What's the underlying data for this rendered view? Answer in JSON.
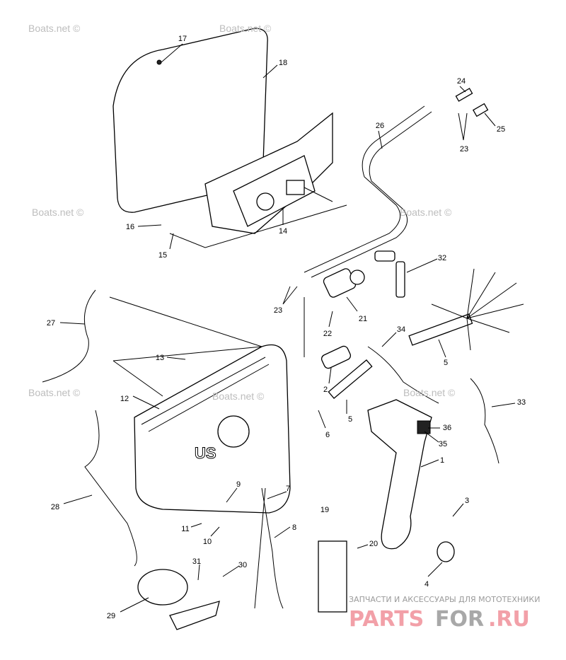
{
  "watermark": "Boats.net ©",
  "shop_tagline": "ЗАПЧАСТИ И АКСЕССУАРЫ ДЛЯ МОТОТЕХНИКИ",
  "shop_logo_a": "PARTS",
  "shop_logo_b": "FOR",
  "shop_logo_c": ".RU",
  "housing_text": "US",
  "callouts": {
    "c1": "1",
    "c2": "2",
    "c3": "3",
    "c4": "4",
    "c5a": "5",
    "c5b": "5",
    "c6": "6",
    "c7": "7",
    "c8": "8",
    "c9": "9",
    "c10": "10",
    "c11": "11",
    "c12": "12",
    "c13": "13",
    "c14": "14",
    "c15": "15",
    "c16": "16",
    "c17": "17",
    "c18": "18",
    "c19": "19",
    "c20": "20",
    "c21": "21",
    "c22": "22",
    "c23a": "23",
    "c23b": "23",
    "c24": "24",
    "c25": "25",
    "c26": "26",
    "c27": "27",
    "c28": "28",
    "c29": "29",
    "c30": "30",
    "c31": "31",
    "c32": "32",
    "c33": "33",
    "c34": "34",
    "c35": "35",
    "c36": "36"
  }
}
